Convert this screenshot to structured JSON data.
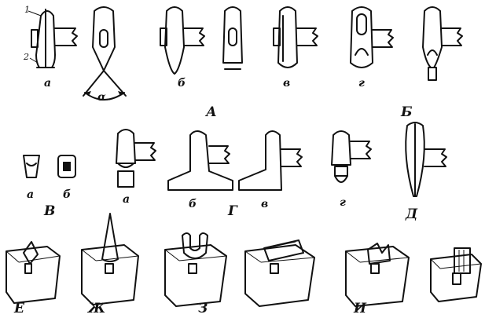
{
  "labels": {
    "fig_a_num1": "1",
    "fig_a_num2": "2",
    "row1_a": "а",
    "alpha": "α",
    "row1_b": "б",
    "row1_v": "в",
    "row1_g": "г",
    "group_A": "А",
    "group_B": "Б",
    "row2_a": "а",
    "row2_b": "б",
    "group_V": "В",
    "row2_ha": "а",
    "row2_hb": "б",
    "row2_hv": "в",
    "row2_hg": "г",
    "group_G": "Г",
    "group_D": "Д",
    "group_E": "Е",
    "group_Zh": "Ж",
    "group_Z": "З",
    "group_I": "И"
  }
}
